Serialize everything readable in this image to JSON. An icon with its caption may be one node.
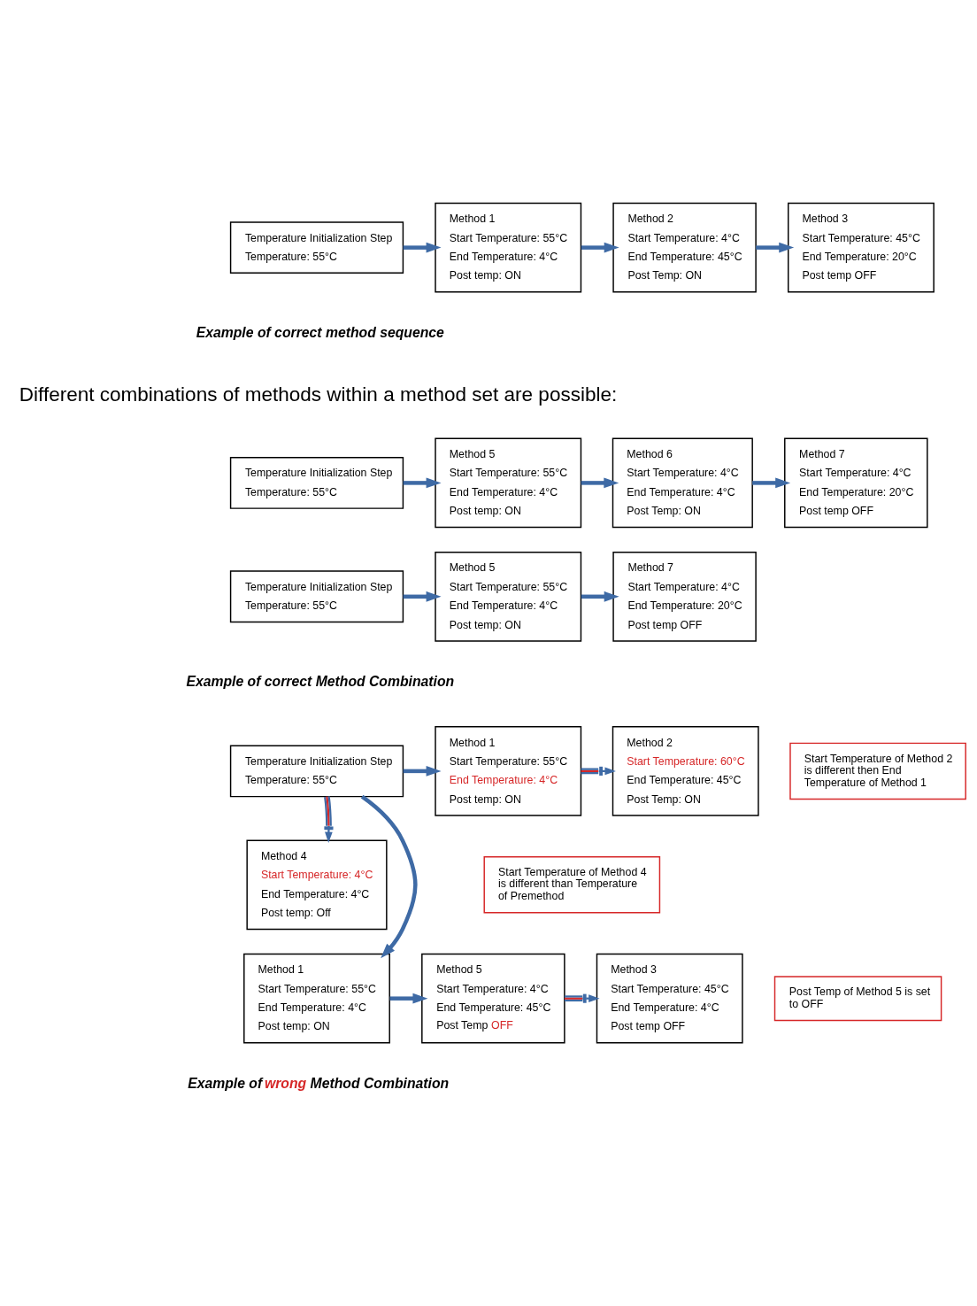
{
  "diagram": {
    "nodes": [
      {
        "text": [
          "Temperature Initialization Step",
          "Temperature: 55°C"
        ]
      },
      {
        "text": [
          "Method 1",
          "Start Temperature: 55°C",
          "End Temperature: 4°C",
          "Post temp: ON"
        ]
      },
      {
        "text": [
          "Method 2",
          "Start Temperature: 4°C",
          "End Temperature: 45°C",
          "Post Temp: ON"
        ]
      },
      {
        "text": [
          "Method 3",
          "Start Temperature: 45°C",
          "End Temperature: 20°C",
          "Post temp OFF"
        ]
      },
      {
        "text": [
          "Temperature Initialization Step",
          "Temperature: 55°C"
        ]
      },
      {
        "text": [
          "Method 5",
          "Start Temperature: 55°C",
          "End Temperature: 4°C",
          "Post temp: ON"
        ]
      },
      {
        "text": [
          "Method 6",
          "Start Temperature: 4°C",
          "End Temperature: 4°C",
          "Post Temp: ON"
        ]
      },
      {
        "text": [
          "Method 7",
          "Start Temperature: 4°C",
          "End Temperature: 20°C",
          "Post temp OFF"
        ]
      },
      {
        "text": [
          "Temperature Initialization Step",
          "Temperature: 55°C"
        ]
      },
      {
        "text": [
          "Method 5",
          "Start Temperature: 55°C",
          "End Temperature: 4°C",
          "Post temp: ON"
        ]
      },
      {
        "text": [
          "Method 7",
          "Start Temperature: 4°C",
          "End Temperature: 20°C",
          "Post temp OFF"
        ]
      },
      {
        "text": [
          "Temperature Initialization Step",
          "Temperature: 55°C"
        ]
      },
      {
        "text": [
          "Method 1",
          "Start Temperature: 55°C",
          "End Temperature: 4°C",
          "Post temp: ON"
        ]
      },
      {
        "text": [
          "Method 2",
          "Start Temperature: 60°C",
          "End Temperature: 45°C",
          "Post Temp: ON"
        ]
      },
      {
        "text": [
          "Start Temperature of Method 2 is different then End Temperature of Method 1"
        ]
      },
      {
        "text": [
          "Method 4",
          "Start Temperature: 4°C",
          "End Temperature: 4°C",
          "Post temp: Off"
        ]
      },
      {
        "text": [
          "Start Temperature of Method 4 is different than Temperature of Premethod"
        ]
      },
      {
        "text": [
          "Method 1",
          "Start Temperature: 55°C",
          "End Temperature: 4°C",
          "Post temp: ON"
        ]
      },
      {
        "text": [
          "Method 5",
          "Start Temperature: 4°C",
          "End Temperature: 45°C",
          "Post Temp OFF"
        ]
      },
      {
        "text": [
          "Method 3",
          "Start Temperature: 45°C",
          "End Temperature: 4°C",
          "Post temp OFF"
        ]
      },
      {
        "text": [
          "Post Temp of Method 5 is set to OFF"
        ]
      }
    ],
    "edges": [
      {
        "from": 0,
        "to": 1,
        "arrow": "to"
      },
      {
        "from": 1,
        "to": 2,
        "arrow": "to"
      },
      {
        "from": 2,
        "to": 3,
        "arrow": "to"
      },
      {
        "from": 4,
        "to": 5,
        "arrow": "to"
      },
      {
        "from": 5,
        "to": 6,
        "arrow": "to"
      },
      {
        "from": 6,
        "to": 7,
        "arrow": "to"
      },
      {
        "from": 8,
        "to": 9,
        "arrow": "to"
      },
      {
        "from": 9,
        "to": 10,
        "arrow": "to"
      },
      {
        "from": 11,
        "to": 12,
        "arrow": "to"
      },
      {
        "from": 12,
        "to": 13,
        "arrow": "to"
      },
      {
        "from": 11,
        "to": 15,
        "arrow": "to"
      },
      {
        "from": 11,
        "to": 17,
        "arrow": "to"
      },
      {
        "from": 17,
        "to": 18,
        "arrow": "to"
      },
      {
        "from": 18,
        "to": 19,
        "arrow": "to"
      }
    ],
    "labels": [
      "Example of correct method sequence",
      "Different combinations of methods within a method set are possible:",
      "Example of correct Method Combination",
      "Example of wrong Method Combination"
    ]
  }
}
